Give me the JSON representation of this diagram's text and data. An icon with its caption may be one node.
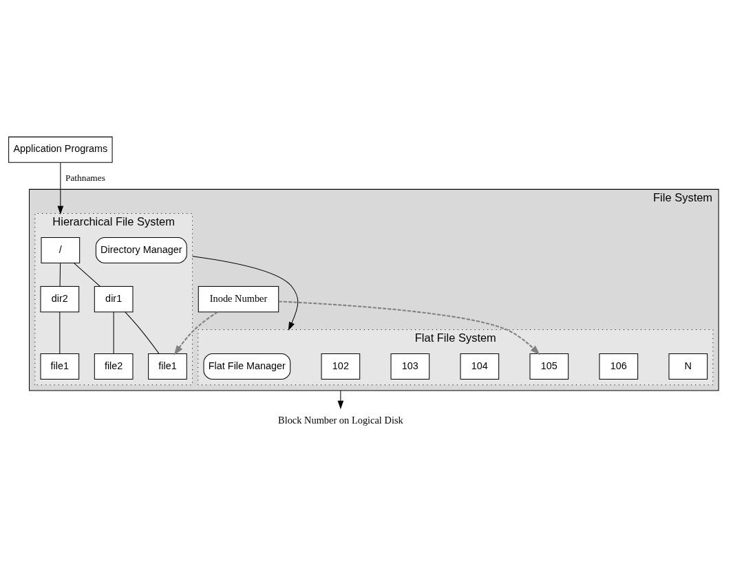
{
  "diagram": {
    "nodes": [
      {
        "text": [
          "Application Programs"
        ]
      },
      {
        "text": [
          "File System"
        ]
      },
      {
        "text": [
          "Hierarchical File System"
        ],
        "in": 1
      },
      {
        "text": [
          "Directory Manager"
        ],
        "in": 2
      },
      {
        "text": [
          "/"
        ],
        "in": 2
      },
      {
        "text": [
          "dir1"
        ],
        "in": 2
      },
      {
        "text": [
          "dir2"
        ],
        "in": 2
      },
      {
        "text": [
          "file1"
        ],
        "in": 2
      },
      {
        "text": [
          "file2"
        ],
        "in": 2
      },
      {
        "text": [
          "file1"
        ],
        "in": 2
      },
      {
        "text": [
          "Flat File System"
        ],
        "in": 1
      },
      {
        "text": [
          "Flat File Manager"
        ],
        "in": 10
      },
      {
        "text": [
          "102"
        ],
        "in": 10
      },
      {
        "text": [
          "103"
        ],
        "in": 10
      },
      {
        "text": [
          "104"
        ],
        "in": 10
      },
      {
        "text": [
          "105"
        ],
        "in": 10
      },
      {
        "text": [
          "106"
        ],
        "in": 10
      },
      {
        "text": [
          "N"
        ],
        "in": 10
      },
      {
        "text": [
          "Inode Number"
        ],
        "in": 1
      },
      {
        "text": [
          "Block Number on Logical Disk"
        ]
      }
    ],
    "edges": [
      {
        "from": 0,
        "to": 2,
        "arrow": "to",
        "label": "Pathnames"
      },
      {
        "from": 4,
        "to": 5,
        "arrow": "none"
      },
      {
        "from": 4,
        "to": 6,
        "arrow": "none"
      },
      {
        "from": 5,
        "to": 7,
        "arrow": "none"
      },
      {
        "from": 5,
        "to": 8,
        "arrow": "none"
      },
      {
        "from": 6,
        "to": 9,
        "arrow": "none"
      },
      {
        "from": 2,
        "to": 10,
        "arrow": "to"
      },
      {
        "from": 18,
        "to": 7,
        "arrow": "to",
        "style": "dashed",
        "color": "#808080"
      },
      {
        "from": 18,
        "to": 15,
        "arrow": "to",
        "style": "dashed",
        "color": "#808080"
      },
      {
        "from": 1,
        "to": 19,
        "arrow": "to"
      }
    ]
  }
}
